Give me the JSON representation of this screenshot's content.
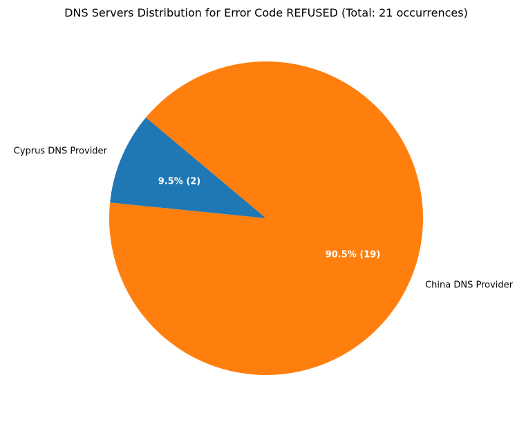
{
  "chart_data": {
    "type": "pie",
    "title": "DNS Servers Distribution for Error Code REFUSED (Total: 21 occurrences)",
    "start_angle_deg": 140,
    "direction": "counterclockwise",
    "slices": [
      {
        "label": "Cyprus DNS Provider",
        "value": 2,
        "percent_label": "9.5% (2)",
        "color": "#1f77b4"
      },
      {
        "label": "China DNS Provider",
        "value": 19,
        "percent_label": "90.5% (19)",
        "color": "#ff7f0e"
      }
    ]
  }
}
